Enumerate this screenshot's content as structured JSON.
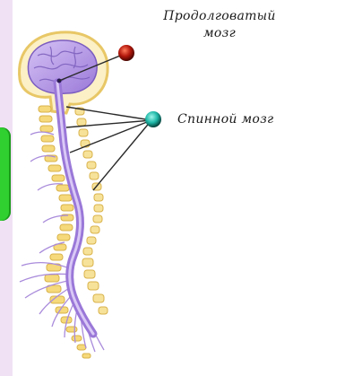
{
  "labels": {
    "medulla_line1": "Продолговатый",
    "medulla_line2": "мозг",
    "spinal_cord": "Спинной мозг"
  },
  "colors": {
    "medulla_marker": "#b3180c",
    "spinal_marker": "#1fb8a8",
    "nerve_tissue": "#b99be8",
    "bone": "#f5d97a",
    "side_tab": "#2fd02f"
  }
}
